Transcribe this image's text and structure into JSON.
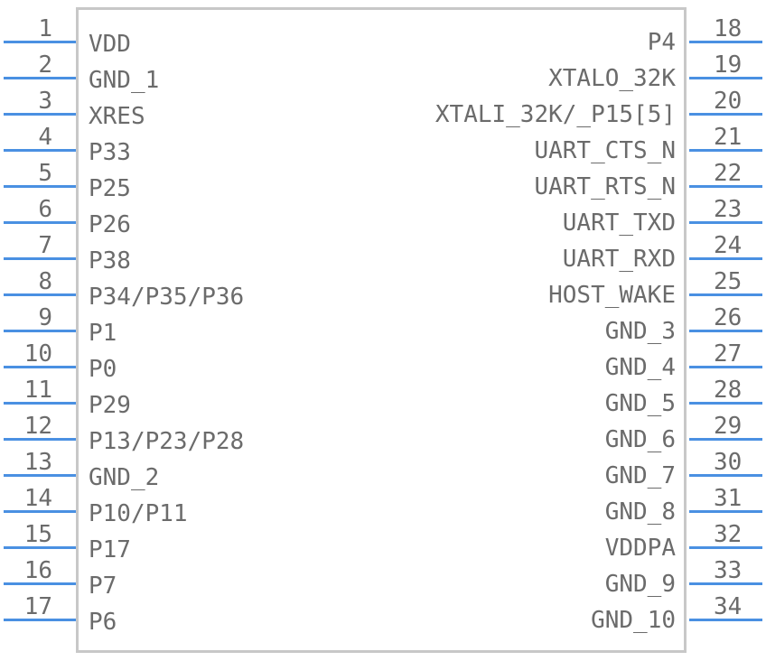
{
  "component": {
    "left_pins": [
      {
        "number": "1",
        "label": "VDD"
      },
      {
        "number": "2",
        "label": "GND_1"
      },
      {
        "number": "3",
        "label": "XRES"
      },
      {
        "number": "4",
        "label": "P33"
      },
      {
        "number": "5",
        "label": "P25"
      },
      {
        "number": "6",
        "label": "P26"
      },
      {
        "number": "7",
        "label": "P38"
      },
      {
        "number": "8",
        "label": "P34/P35/P36"
      },
      {
        "number": "9",
        "label": "P1"
      },
      {
        "number": "10",
        "label": "P0"
      },
      {
        "number": "11",
        "label": "P29"
      },
      {
        "number": "12",
        "label": "P13/P23/P28"
      },
      {
        "number": "13",
        "label": "GND_2"
      },
      {
        "number": "14",
        "label": "P10/P11"
      },
      {
        "number": "15",
        "label": "P17"
      },
      {
        "number": "16",
        "label": "P7"
      },
      {
        "number": "17",
        "label": "P6"
      }
    ],
    "right_pins": [
      {
        "number": "18",
        "label": "P4"
      },
      {
        "number": "19",
        "label": "XTALO_32K"
      },
      {
        "number": "20",
        "label": "XTALI_32K/_P15[5]"
      },
      {
        "number": "21",
        "label": "UART_CTS_N"
      },
      {
        "number": "22",
        "label": "UART_RTS_N"
      },
      {
        "number": "23",
        "label": "UART_TXD"
      },
      {
        "number": "24",
        "label": "UART_RXD"
      },
      {
        "number": "25",
        "label": "HOST_WAKE"
      },
      {
        "number": "26",
        "label": "GND_3"
      },
      {
        "number": "27",
        "label": "GND_4"
      },
      {
        "number": "28",
        "label": "GND_5"
      },
      {
        "number": "29",
        "label": "GND_6"
      },
      {
        "number": "30",
        "label": "GND_7"
      },
      {
        "number": "31",
        "label": "GND_8"
      },
      {
        "number": "32",
        "label": "VDDPA"
      },
      {
        "number": "33",
        "label": "GND_9"
      },
      {
        "number": "34",
        "label": "GND_10"
      }
    ],
    "colors": {
      "pin": "#4a90e2",
      "body_outline": "#c8c8c8",
      "text": "#6b6b6b"
    }
  }
}
